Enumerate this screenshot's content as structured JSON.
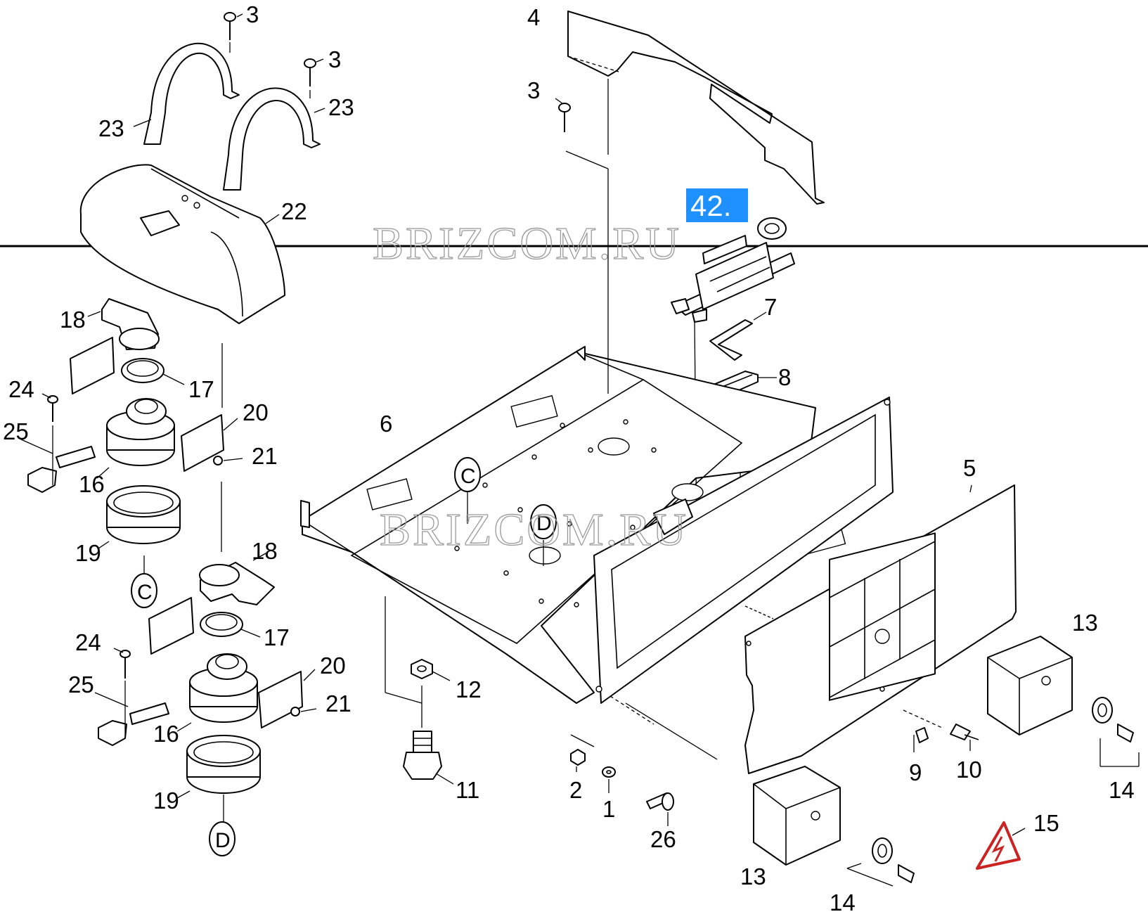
{
  "watermark": [
    "BRIZCOM.RU",
    "BRIZCOM.RU"
  ],
  "highlight": "42.",
  "callouts": {
    "c3a": "3",
    "c3b": "3",
    "c3c": "3",
    "c4": "4",
    "c5": "5",
    "c6": "6",
    "c7": "7",
    "c8": "8",
    "c9": "9",
    "c10": "10",
    "c11": "11",
    "c12": "12",
    "c13a": "13",
    "c13b": "13",
    "c14a": "14",
    "c14b": "14",
    "c15": "15",
    "c16a": "16",
    "c16b": "16",
    "c17a": "17",
    "c17b": "17",
    "c18a": "18",
    "c18b": "18",
    "c19a": "19",
    "c19b": "19",
    "c20a": "20",
    "c20b": "20",
    "c21a": "21",
    "c21b": "21",
    "c22": "22",
    "c23a": "23",
    "c23b": "23",
    "c24a": "24",
    "c24b": "24",
    "c25a": "25",
    "c25b": "25",
    "c26": "26",
    "c1": "1",
    "c2": "2"
  },
  "markers": {
    "c_top": "C",
    "d_top": "D",
    "c_bottom": "C",
    "d_bottom": "D"
  },
  "icons": {
    "warning": "high-voltage-warning-icon"
  },
  "colors": {
    "highlight": "#1e90ff",
    "warning": "#cc2222",
    "line": "#000000"
  }
}
